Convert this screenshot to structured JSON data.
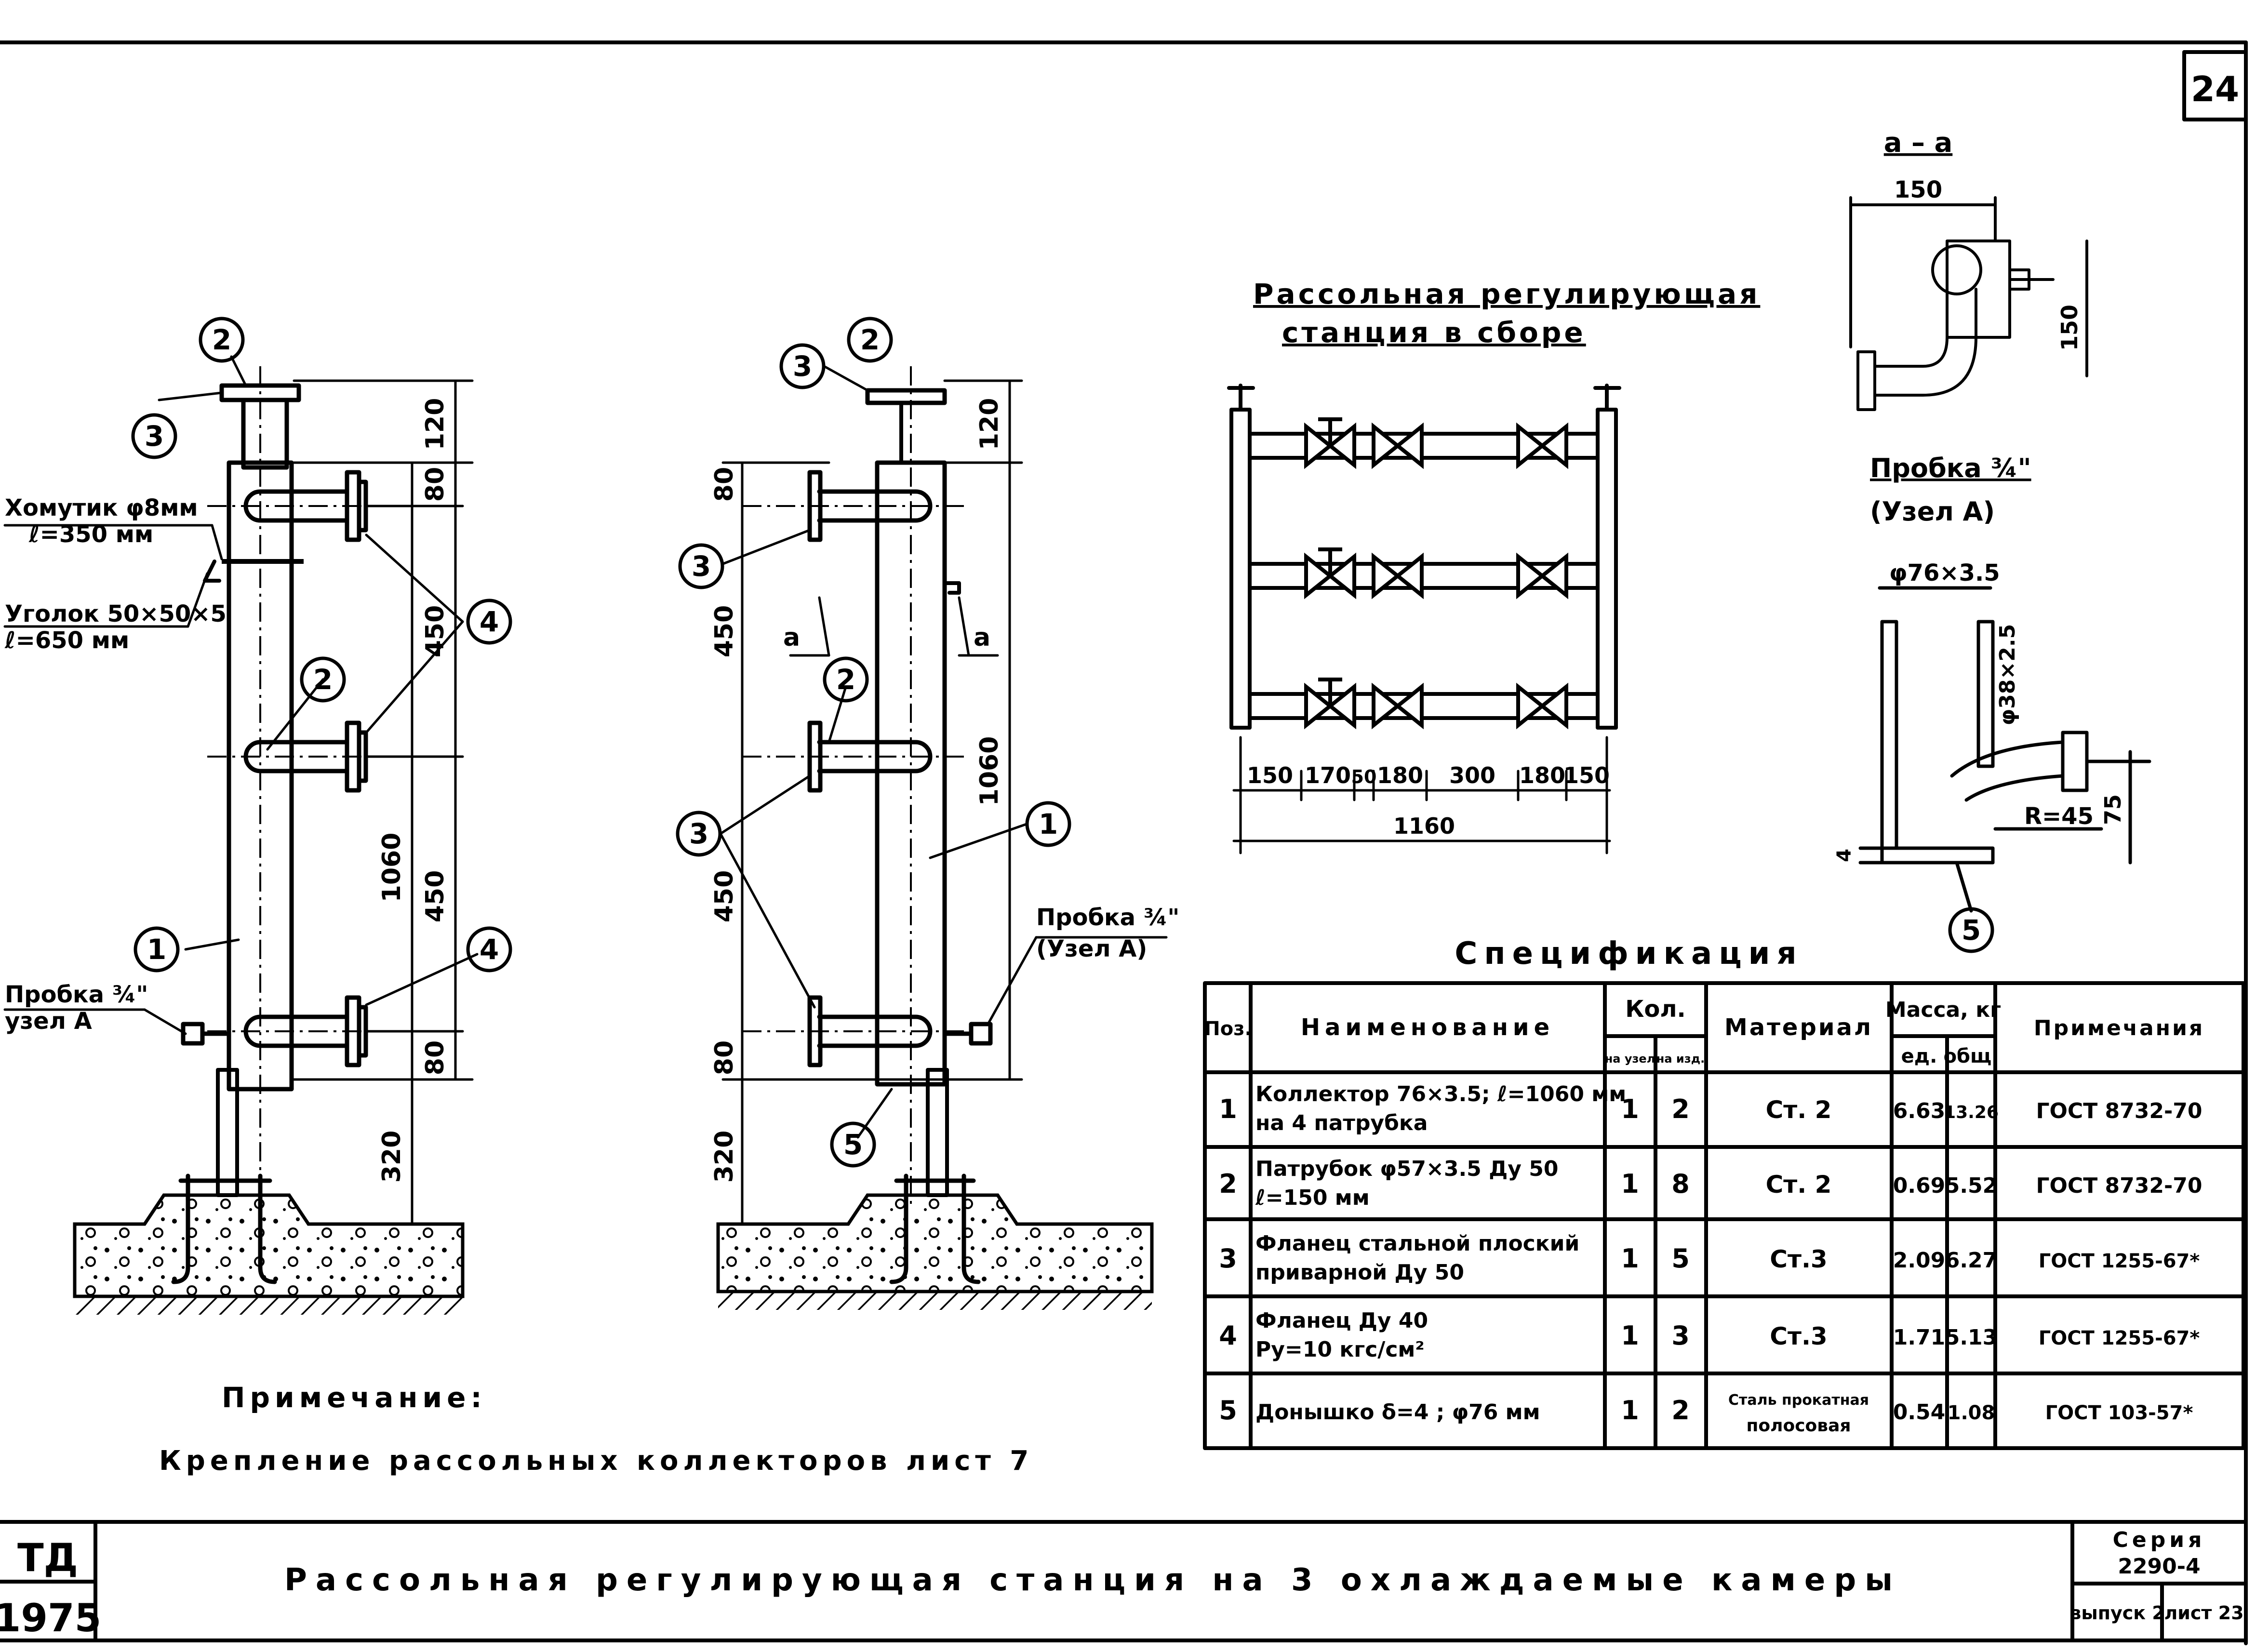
{
  "sheet_number": "24",
  "section_label": "а – а",
  "assembly": {
    "title_line1": "Рассольная регулирующая",
    "title_line2": "станция в сборе",
    "dims": [
      "150",
      "170",
      "50",
      "180",
      "300",
      "180",
      "150"
    ],
    "total": "1160"
  },
  "detail_a": {
    "title_line1": "Пробка ¾\"",
    "title_line2": "(Узел А)",
    "pipe": "φ76×3.5",
    "nipple": "φ38×2.5",
    "radius": "R=45",
    "dim_75": "75",
    "dim_4": "4",
    "dim_150_top": "150",
    "dim_150_side": "150"
  },
  "left_view": {
    "clamp_line1": "Хомутик φ8мм",
    "clamp_line2": "ℓ=350 мм",
    "angle_line1": "Уголок 50×50×5",
    "angle_line2": "ℓ=650 мм",
    "plug_line1": "Пробка ¾\"",
    "plug_line2": "узел А",
    "dims": {
      "d120": "120",
      "d80a": "80",
      "d450a": "450",
      "d450b": "450",
      "d1060": "1060",
      "d80b": "80",
      "d320": "320"
    }
  },
  "middle_view": {
    "plug_line1": "Пробка ¾\"",
    "plug_line2": "(Узел А)",
    "section_mark": "а",
    "dims": {
      "d120": "120",
      "d80a": "80",
      "d450a": "450",
      "d450b": "450",
      "d1060": "1060",
      "d80b": "80",
      "d320": "320"
    }
  },
  "note": {
    "title": "Примечание:",
    "text": "Крепление рассольных коллекторов лист 7"
  },
  "spec": {
    "title": "Спецификация",
    "headers": {
      "pos": "Поз.",
      "name": "Наименование",
      "qty": "Кол.",
      "qty_node": "на узел",
      "qty_item": "на изд.",
      "material": "Материал",
      "mass": "Масса, кг",
      "mass_unit": "ед.",
      "mass_total": "общ.",
      "notes": "Примечания"
    },
    "rows": [
      {
        "pos": "1",
        "name1": "Коллектор 76×3.5; ℓ=1060 мм",
        "name2": "на 4 патрубка",
        "node": "1",
        "item": "2",
        "material": "Ст. 2",
        "material2": "",
        "unit": "6.63",
        "total": "13.26",
        "note": "ГОСТ 8732-70"
      },
      {
        "pos": "2",
        "name1": "Патрубок φ57×3.5  Ду 50",
        "name2": "ℓ=150 мм",
        "node": "1",
        "item": "8",
        "material": "Ст. 2",
        "material2": "",
        "unit": "0.69",
        "total": "5.52",
        "note": "ГОСТ 8732-70"
      },
      {
        "pos": "3",
        "name1": "Фланец стальной плоский",
        "name2": "приварной Ду 50",
        "node": "1",
        "item": "5",
        "material": "Ст.3",
        "material2": "",
        "unit": "2.09",
        "total": "6.27",
        "note": "ГОСТ 1255-67*"
      },
      {
        "pos": "4",
        "name1": "Фланец  Ду 40",
        "name2": "Ру=10 кгс/см²",
        "node": "1",
        "item": "3",
        "material": "Ст.3",
        "material2": "",
        "unit": "1.71",
        "total": "5.13",
        "note": "ГОСТ 1255-67*"
      },
      {
        "pos": "5",
        "name1": "Донышко  δ=4 ;  φ76 мм",
        "name2": "",
        "node": "1",
        "item": "2",
        "material": "Сталь прокатная",
        "material2": "полосовая",
        "unit": "0.54",
        "total": "1.08",
        "note": "ГОСТ 103-57*"
      }
    ]
  },
  "title_block": {
    "org_line1": "ТД",
    "org_line2": "1975",
    "title": "Рассольная регулирующая станция на 3 охлаждаемые камеры",
    "series_label": "Серия",
    "series_value": "2290-4",
    "issue": "выпуск 2",
    "sheet": "лист 23"
  },
  "callouts": {
    "c1": "1",
    "c2": "2",
    "c3": "3",
    "c4": "4",
    "c5": "5"
  }
}
